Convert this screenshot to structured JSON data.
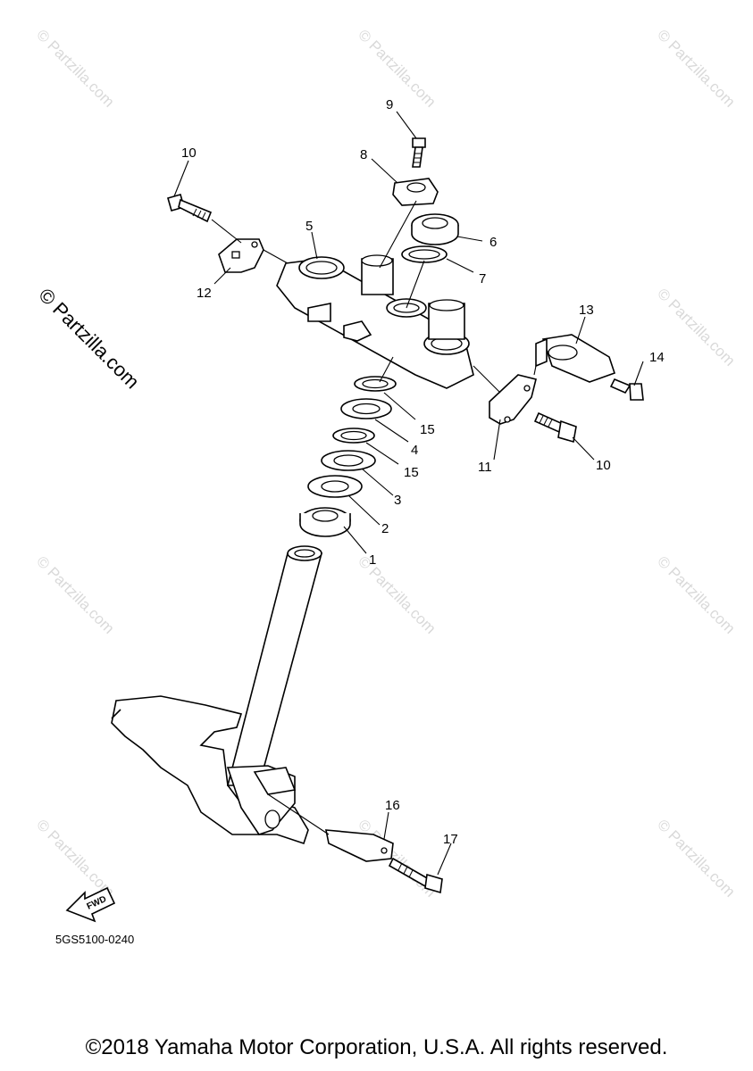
{
  "diagram": {
    "part_numbers": [
      "1",
      "2",
      "3",
      "4",
      "5",
      "6",
      "7",
      "8",
      "9",
      "10",
      "10",
      "11",
      "12",
      "13",
      "14",
      "15",
      "15",
      "16",
      "17"
    ],
    "drawing_code": "5GS5100-0240",
    "fwd_label": "FWD",
    "watermark_large": "© Partzilla.com",
    "watermark_small": "© Partzilla.com"
  },
  "footer": {
    "copyright": "©2018 Yamaha Motor Corporation, U.S.A. All rights reserved."
  }
}
